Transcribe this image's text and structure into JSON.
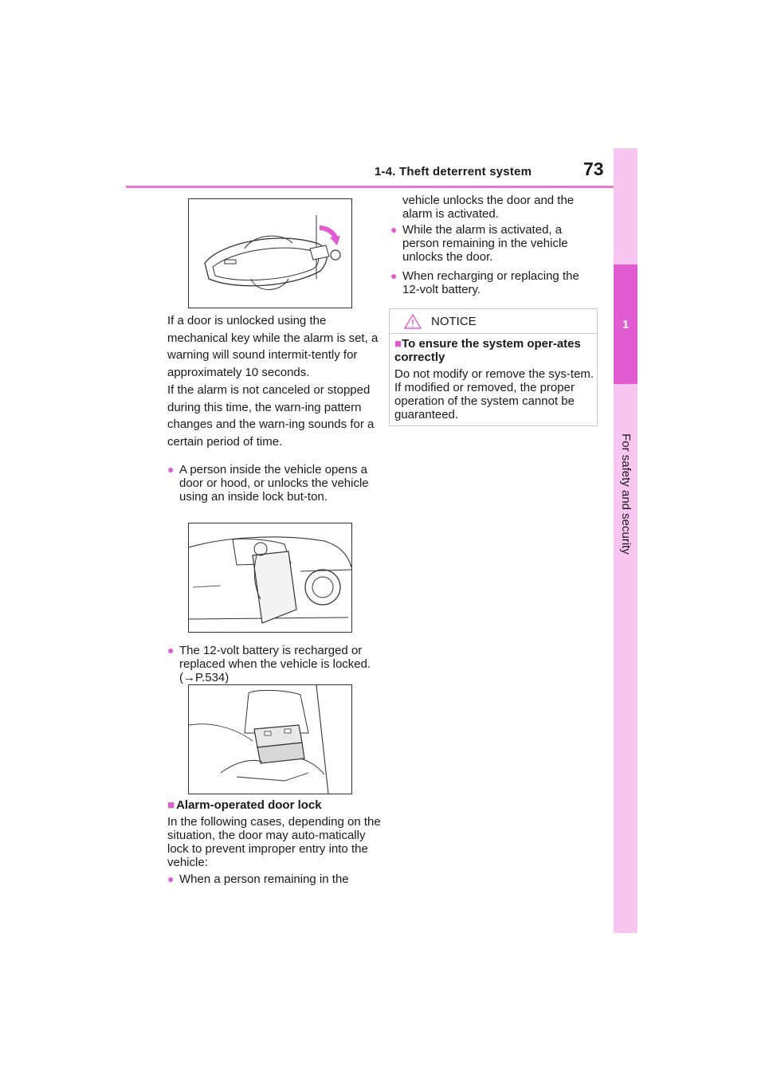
{
  "header": {
    "section_title": "1-4. Theft deterrent system",
    "page_number": "73",
    "accent_color": "#e35bd0"
  },
  "side_tab": {
    "chapter_number": "1",
    "chapter_title": "For safety and security"
  },
  "figures": [
    {
      "icon": "door-handle-mechanical-key-illustration"
    },
    {
      "icon": "person-opening-vehicle-door-illustration"
    },
    {
      "icon": "12-volt-battery-replacement-illustration"
    }
  ],
  "body": {
    "para1": "If a door is unlocked using the mechanical key while the alarm is set, a warning will sound intermit-tently for approximately 10 seconds.",
    "para2": "If the alarm is not canceled or stopped during this time, the warn-ing pattern changes and the warn-ing sounds for a certain period of time.",
    "bullet1": "A person inside the vehicle opens a door or hood, or unlocks the vehicle using an inside lock but-ton.",
    "bullet2_text": "The 12-volt battery is recharged or replaced when the vehicle is locked. (",
    "bullet2_ref": "P.534)",
    "subheading": "Alarm-operated door lock",
    "para3": "In the following cases, depending on the situation, the door may auto-matically lock to prevent improper entry into the vehicle:",
    "bullet5": "When a person remaining in the",
    "col2_continuation": "vehicle unlocks the door and the alarm is activated.",
    "bullet3": "While the alarm is activated, a person remaining in the vehicle unlocks the door.",
    "bullet4": "When recharging or replacing the 12-volt battery."
  },
  "notice": {
    "label": "NOTICE",
    "subheading": "To ensure the system oper-ates correctly",
    "text": "Do not modify or remove the sys-tem. If modified or removed, the proper operation of the system cannot be guaranteed."
  }
}
